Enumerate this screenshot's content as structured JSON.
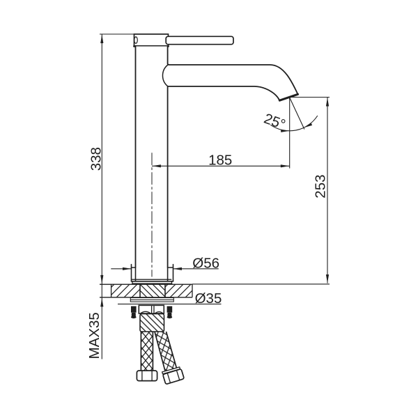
{
  "page": {
    "background": "#ffffff",
    "ink": "#1f1f1f"
  },
  "drawing": {
    "type": "technical-dimension-drawing",
    "subject": "tall-single-lever-basin-mixer-faucet-side-elevation-with-installation-section",
    "labels": {
      "overall_height": "338",
      "spout_reach": "185",
      "spout_outlet_height": "253",
      "base_diameter": "Ø56",
      "mounting_hole_diameter": "Ø35",
      "max_deck_thickness": "MAX35",
      "outlet_angle": "25°"
    }
  }
}
